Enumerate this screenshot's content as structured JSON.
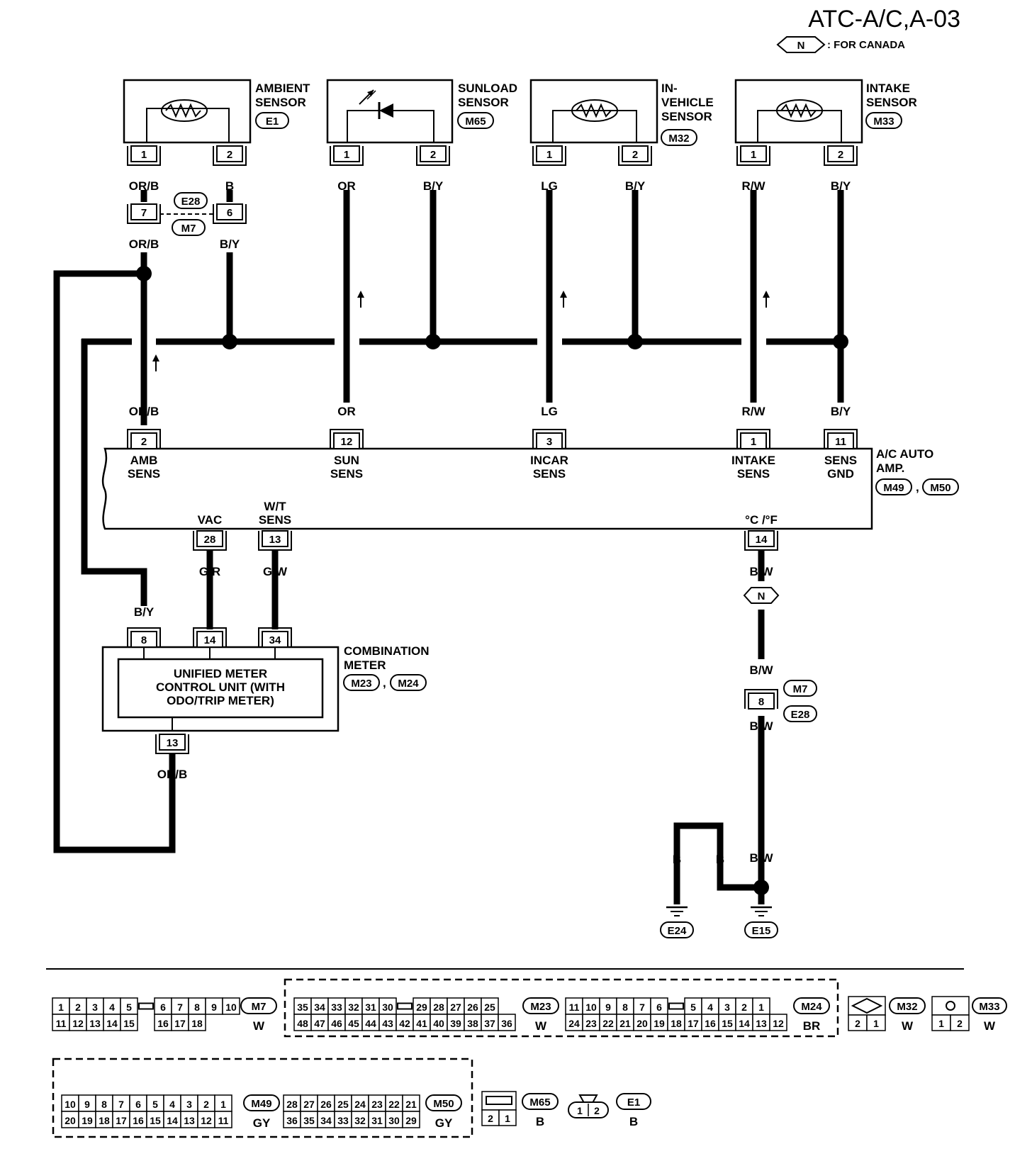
{
  "header": {
    "title": "ATC-A/C,A-03",
    "legend_symbol": "N",
    "legend_text": ": FOR CANADA"
  },
  "sensors": [
    {
      "name": "AMBIENT\nSENSOR",
      "connector": "E1",
      "pins": [
        "1",
        "2"
      ],
      "wires_top": [
        "OR/B",
        "B"
      ]
    },
    {
      "name": "SUNLOAD\nSENSOR",
      "connector": "M65",
      "pins": [
        "1",
        "2"
      ],
      "wires_top": [
        "OR",
        "B/Y"
      ]
    },
    {
      "name": "IN-\nVEHICLE\nSENSOR",
      "connector": "M32",
      "pins": [
        "1",
        "2"
      ],
      "wires_top": [
        "LG",
        "B/Y"
      ]
    },
    {
      "name": "INTAKE\nSENSOR",
      "connector": "M33",
      "pins": [
        "1",
        "2"
      ],
      "wires_top": [
        "R/W",
        "B/Y"
      ]
    }
  ],
  "joint_connector": {
    "top": "E28",
    "bottom": "M7",
    "pins": [
      "7",
      "6"
    ],
    "wires_below": [
      "OR/B",
      "B/Y"
    ]
  },
  "amp": {
    "name": "A/C AUTO\nAMP.",
    "connectors": [
      "M49",
      "M50"
    ],
    "top_terminals": [
      {
        "pin": "2",
        "wire": "OR/B",
        "label": "AMB\nSENS"
      },
      {
        "pin": "12",
        "wire": "OR",
        "label": "SUN\nSENS"
      },
      {
        "pin": "3",
        "wire": "LG",
        "label": "INCAR\nSENS"
      },
      {
        "pin": "1",
        "wire": "R/W",
        "label": "INTAKE\nSENS"
      },
      {
        "pin": "11",
        "wire": "B/Y",
        "label": "SENS\nGND"
      }
    ],
    "bottom_terminals": [
      {
        "pin": "28",
        "wire": "G/R",
        "label": "VAC"
      },
      {
        "pin": "13",
        "wire": "G/W",
        "label": "W/T\nSENS"
      },
      {
        "pin": "14",
        "wire": "B/W",
        "label": "°C /°F"
      }
    ]
  },
  "meter": {
    "name": "COMBINATION\nMETER",
    "connectors": [
      "M23",
      "M24"
    ],
    "unit": "UNIFIED METER\nCONTROL UNIT (WITH\nODO/TRIP METER)",
    "top_pins": [
      {
        "pin": "8",
        "wire": "B/Y"
      },
      {
        "pin": "14",
        "wire": ""
      },
      {
        "pin": "34",
        "wire": ""
      }
    ],
    "bottom_pin": {
      "pin": "13",
      "wire": "OR/B"
    }
  },
  "ground_path": {
    "wire_after_amp": "B/W",
    "canada_symbol": "N",
    "wire_before_conn": "B/W",
    "conn_pin": "8",
    "conn_top": "M7",
    "conn_bottom": "E28",
    "wire_after_conn": "B/W",
    "wire_at_splice": "B/W",
    "ground_wires": [
      "B",
      "B"
    ],
    "grounds": [
      "E24",
      "E15"
    ]
  },
  "connector_views": {
    "M7": {
      "rows": [
        [
          "1",
          "2",
          "3",
          "4",
          "5",
          "",
          "6",
          "7",
          "8",
          "9",
          "10"
        ],
        [
          "11",
          "12",
          "13",
          "14",
          "15",
          "",
          "16",
          "17",
          "18"
        ]
      ],
      "color": "W"
    },
    "M23": {
      "rows": [
        [
          "35",
          "34",
          "33",
          "32",
          "31",
          "30",
          "",
          "29",
          "28",
          "27",
          "26",
          "25"
        ],
        [
          "48",
          "47",
          "46",
          "45",
          "44",
          "43",
          "42",
          "41",
          "40",
          "39",
          "38",
          "37",
          "36"
        ]
      ],
      "color": "W"
    },
    "M24": {
      "rows": [
        [
          "11",
          "10",
          "9",
          "8",
          "7",
          "6",
          "",
          "5",
          "4",
          "3",
          "2",
          "1"
        ],
        [
          "24",
          "23",
          "22",
          "21",
          "20",
          "19",
          "18",
          "17",
          "16",
          "15",
          "14",
          "13",
          "12"
        ]
      ],
      "color": "BR"
    },
    "M32": {
      "rows": [
        [
          "2",
          "1"
        ]
      ],
      "color": "W"
    },
    "M33": {
      "rows": [
        [
          "1",
          "2"
        ]
      ],
      "color": "W"
    },
    "M49": {
      "rows": [
        [
          "10",
          "9",
          "8",
          "7",
          "6",
          "5",
          "4",
          "3",
          "2",
          "1"
        ],
        [
          "20",
          "19",
          "18",
          "17",
          "16",
          "15",
          "14",
          "13",
          "12",
          "11"
        ]
      ],
      "color": "GY"
    },
    "M50": {
      "rows": [
        [
          "28",
          "27",
          "26",
          "25",
          "24",
          "23",
          "22",
          "21"
        ],
        [
          "36",
          "35",
          "34",
          "33",
          "32",
          "31",
          "30",
          "29"
        ]
      ],
      "color": "GY"
    },
    "M65": {
      "rows": [
        [
          "2",
          "1"
        ]
      ],
      "color": "B"
    },
    "E1": {
      "rows": [
        [
          "1",
          "2"
        ]
      ],
      "color": "B"
    }
  }
}
